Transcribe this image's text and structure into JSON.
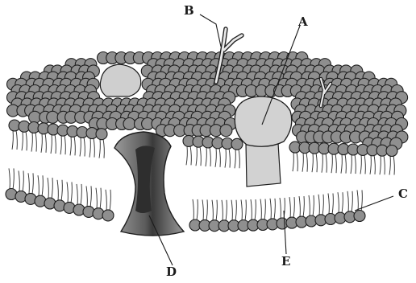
{
  "labels": {
    "a": "A",
    "b": "B",
    "c": "C",
    "d": "D",
    "e": "E"
  },
  "colors": {
    "head_fill": "#8f8f8f",
    "head_stroke": "#1e1e1e",
    "tail": "#2a2a2a",
    "protein_light": "#d2d2d2",
    "channel_dark": "#3e3e3e",
    "channel_mid": "#8a8a8a",
    "label": "#1a1a1a"
  }
}
